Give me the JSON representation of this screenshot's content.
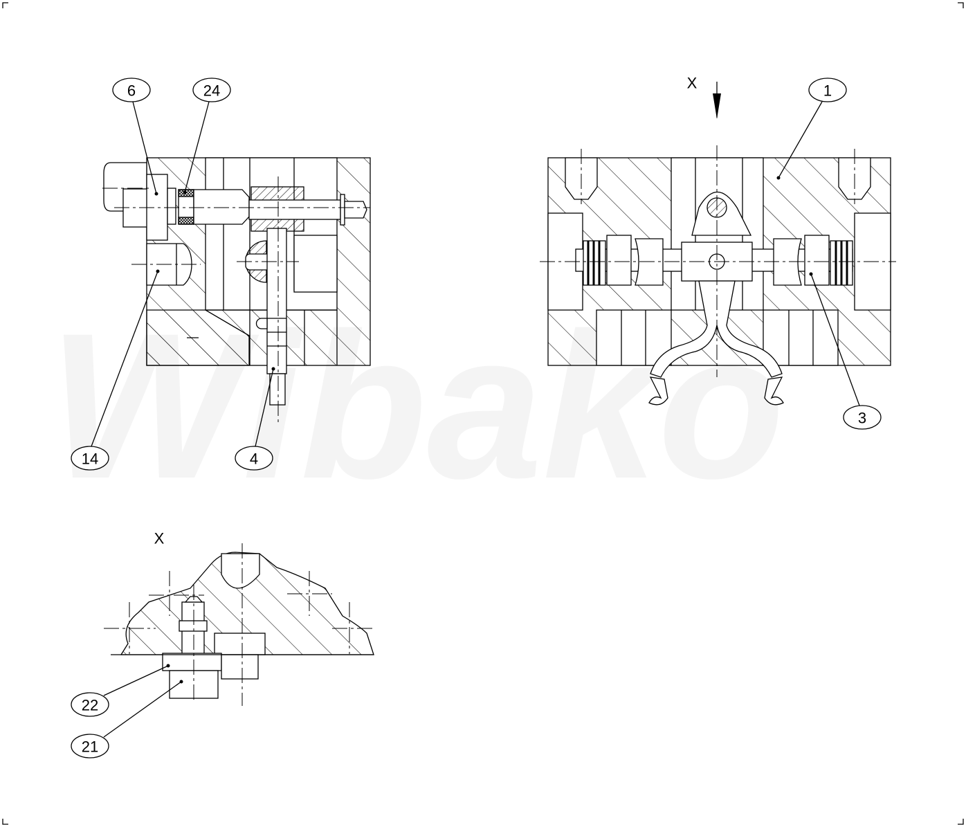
{
  "watermark": "Wibako",
  "views": {
    "section_left": {
      "balloons": [
        "6",
        "24",
        "14",
        "4"
      ]
    },
    "section_right": {
      "view_arrow_label": "X",
      "balloons": [
        "1",
        "3"
      ]
    },
    "view_x": {
      "title": "X",
      "balloons": [
        "22",
        "21"
      ]
    }
  }
}
